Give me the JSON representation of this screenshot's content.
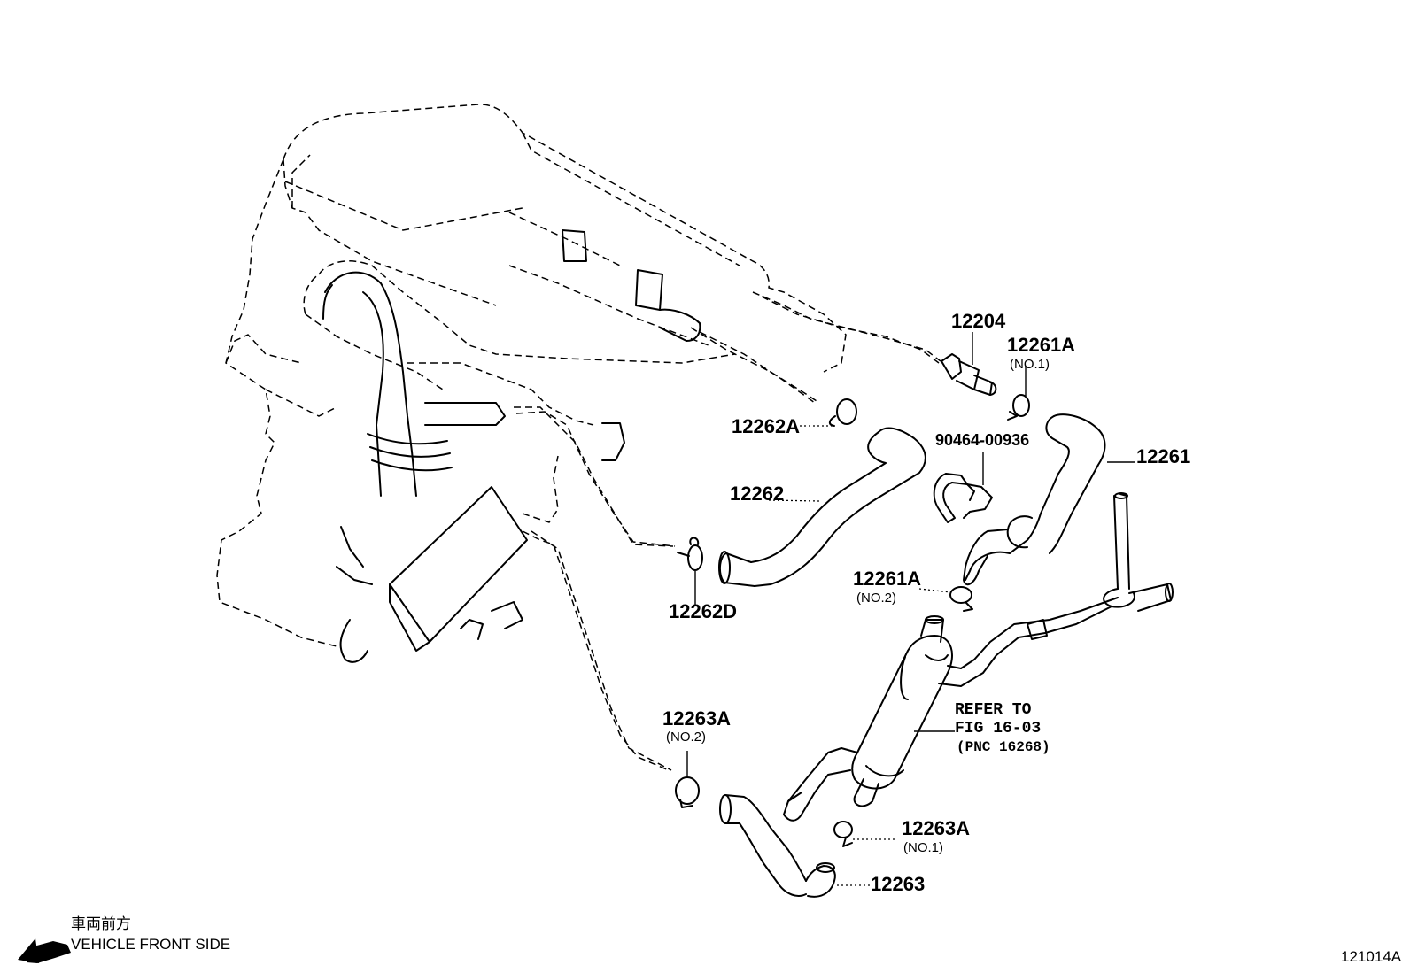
{
  "labels": {
    "p12204": "12204",
    "p12261A_no1": "12261A",
    "p12261A_no1_sub": "(NO.1)",
    "p12262A": "12262A",
    "p90464": "90464-00936",
    "p12261": "12261",
    "p12262": "12262",
    "p12262D": "12262D",
    "p12261A_no2": "12261A",
    "p12261A_no2_sub": "(NO.2)",
    "refer_line1": "REFER TO",
    "refer_line2": "FIG 16-03",
    "refer_line3": "(PNC 16268)",
    "p12263A_no2": "12263A",
    "p12263A_no2_sub": "(NO.2)",
    "p12263A_no1": "12263A",
    "p12263A_no1_sub": "(NO.1)",
    "p12263": "12263"
  },
  "footer": {
    "jp_label": "車両前方",
    "front_label": "VEHICLE FRONT SIDE",
    "figure_id": "121014A"
  }
}
